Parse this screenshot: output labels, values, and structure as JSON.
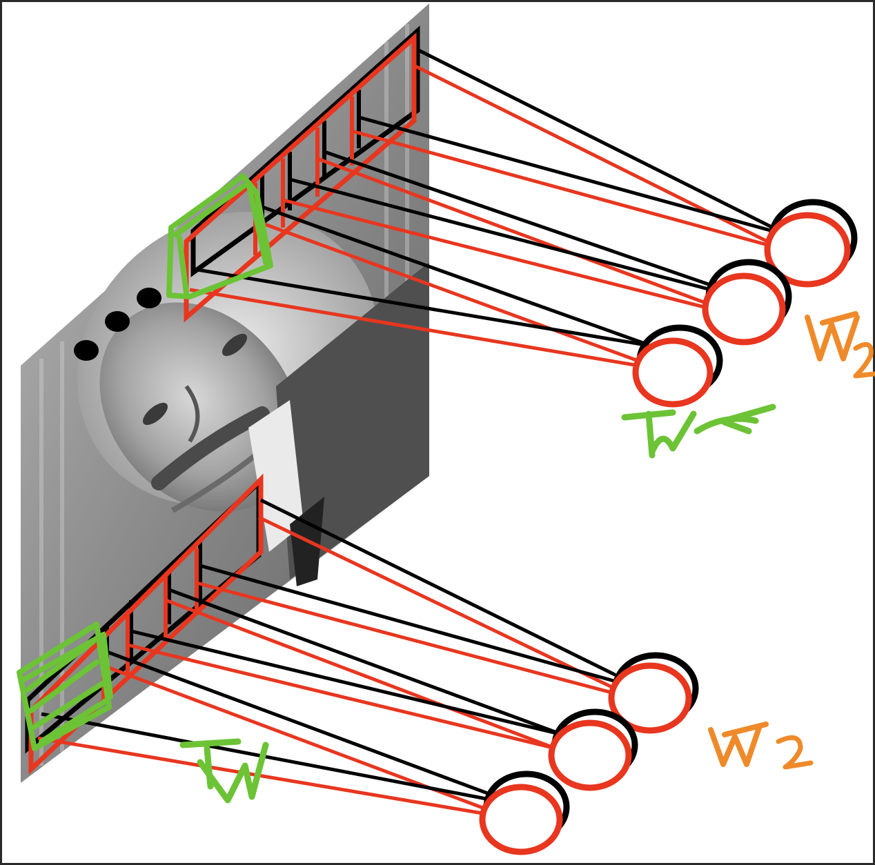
{
  "annotations": {
    "top_green": "w",
    "top_orange": "W2",
    "bottom_green": "w",
    "bottom_orange": "W2"
  },
  "colors": {
    "red": "#e8361f",
    "black": "#000000",
    "green": "#6cc335",
    "orange": "#ef8a2a",
    "frame": "#2a2a2a"
  },
  "icons": [
    "ellipsis-dots-icon",
    "photo-portrait-icon"
  ]
}
